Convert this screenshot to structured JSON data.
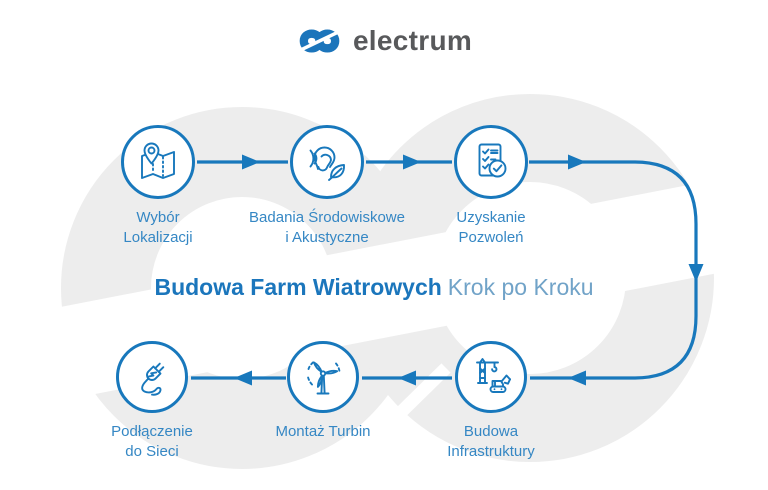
{
  "brand": {
    "name": "electrum",
    "mark": "infinity-logo"
  },
  "title": {
    "bold": "Budowa Farm Wiatrowych",
    "regular": "Krok po Kroku"
  },
  "colors": {
    "primary_blue": "#1878BC",
    "label_blue": "#3587C4",
    "title_bold_blue": "#1B76BC",
    "title_light_blue": "#71A3C8",
    "logo_text_gray": "#58595B",
    "logo_mark_blue": "#1C75BB",
    "watermark_gray": "#EDEDED",
    "background": "#FFFFFF"
  },
  "steps": [
    {
      "order": 1,
      "icon": "map-pin-icon",
      "label_line1": "Wybór",
      "label_line2": "Lokalizacji"
    },
    {
      "order": 2,
      "icon": "ear-leaf-icon",
      "label_line1": "Badania Środowiskowe",
      "label_line2": "i Akustyczne"
    },
    {
      "order": 3,
      "icon": "checklist-icon",
      "label_line1": "Uzyskanie",
      "label_line2": "Pozwoleń"
    },
    {
      "order": 4,
      "icon": "crane-excavator-icon",
      "label_line1": "Budowa",
      "label_line2": "Infrastruktury"
    },
    {
      "order": 5,
      "icon": "wind-turbine-icon",
      "label_line1": "Montaż Turbin"
    },
    {
      "order": 6,
      "icon": "plug-icon",
      "label_line1": "Podłączenie",
      "label_line2": "do Sieci"
    }
  ],
  "flow": {
    "top_row_direction": "left-to-right",
    "connector": "curved-arrow-down-right-side",
    "bottom_row_direction": "right-to-left"
  }
}
